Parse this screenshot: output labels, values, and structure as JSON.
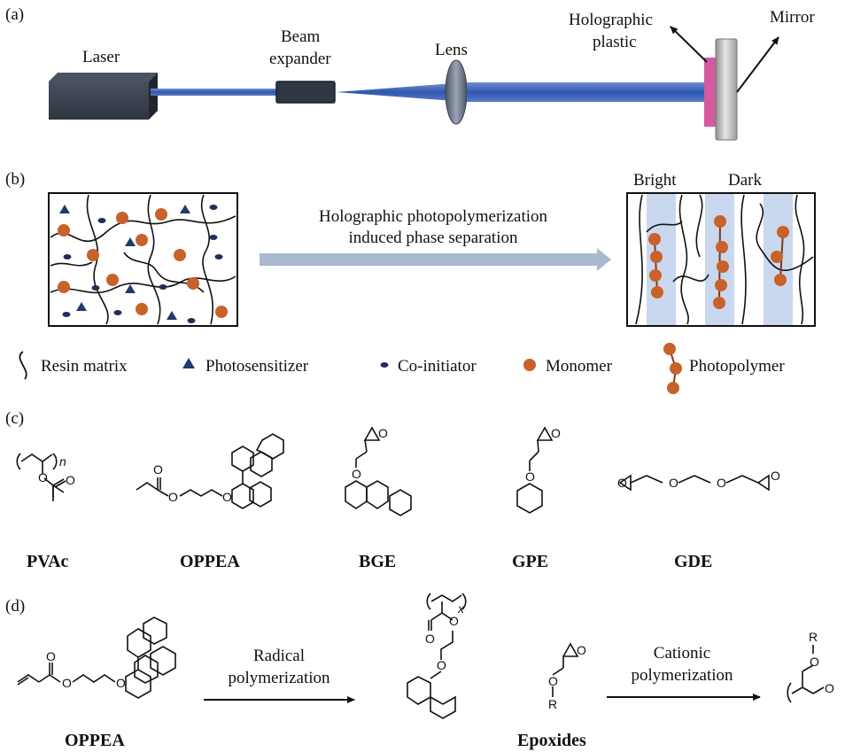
{
  "panels": {
    "a": {
      "label": "(a)",
      "laser": "Laser",
      "beam_expander_line1": "Beam",
      "beam_expander_line2": "expander",
      "lens": "Lens",
      "holographic_line1": "Holographic",
      "holographic_line2": "plastic",
      "mirror": "Mirror"
    },
    "b": {
      "label": "(b)",
      "process_line1": "Holographic photopolymerization",
      "process_line2": "induced phase separation",
      "bright": "Bright",
      "dark": "Dark",
      "legend": {
        "resin": "Resin matrix",
        "photosensitizer": "Photosensitizer",
        "coinitiator": "Co-initiator",
        "monomer": "Monomer",
        "photopolymer": "Photopolymer"
      },
      "colors": {
        "monomer": "#c8622a",
        "photosensitizer": "#1f3a6b",
        "coinitiator": "#1f2e5c",
        "bright_band": "#c9d8ee",
        "arrow": "#a9b9cf"
      }
    },
    "c": {
      "label": "(c)",
      "compounds": [
        "PVAc",
        "OPPEA",
        "BGE",
        "GPE",
        "GDE"
      ],
      "pvac_subscript": "n",
      "atom_O": "O"
    },
    "d": {
      "label": "(d)",
      "left_monomer": "OPPEA",
      "reaction1_line1": "Radical",
      "reaction1_line2": "polymerization",
      "polymer_subscript": "x",
      "epoxides": "Epoxides",
      "reaction2_line1": "Cationic",
      "reaction2_line2": "polymerization",
      "atom_R": "R",
      "atom_O": "O"
    }
  },
  "colors": {
    "beam": "#3a5fb0",
    "laser_body": "#2e3440",
    "holo_plastic": "#d55aa0",
    "mirror": "#b8b8b8"
  }
}
